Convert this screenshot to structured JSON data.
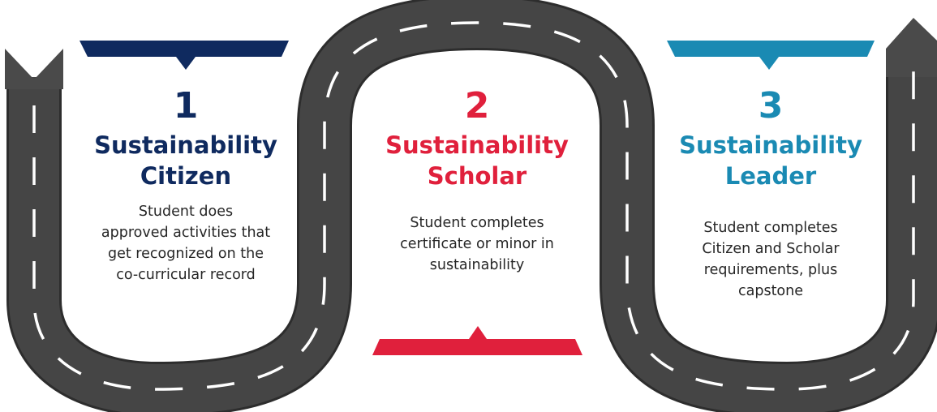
{
  "colors": {
    "road": "#454545",
    "road_edge": "#2d2d2d",
    "lane_marking": "#ffffff",
    "citizen": "#0f2a5f",
    "scholar": "#e0203c",
    "leader": "#1a8ab3",
    "body_text": "#262626"
  },
  "stages": [
    {
      "number": "1",
      "title_line1": "Sustainability",
      "title_line2": "Citizen",
      "description": [
        "Student does",
        "approved activities that",
        "get recognized on the",
        "co-curricular record"
      ]
    },
    {
      "number": "2",
      "title_line1": "Sustainability",
      "title_line2": "Scholar",
      "description": [
        "Student completes",
        "certificate or minor in",
        "sustainability"
      ]
    },
    {
      "number": "3",
      "title_line1": "Sustainability",
      "title_line2": "Leader",
      "description": [
        "Student completes",
        "Citizen and Scholar",
        "requirements, plus",
        "capstone"
      ]
    }
  ]
}
